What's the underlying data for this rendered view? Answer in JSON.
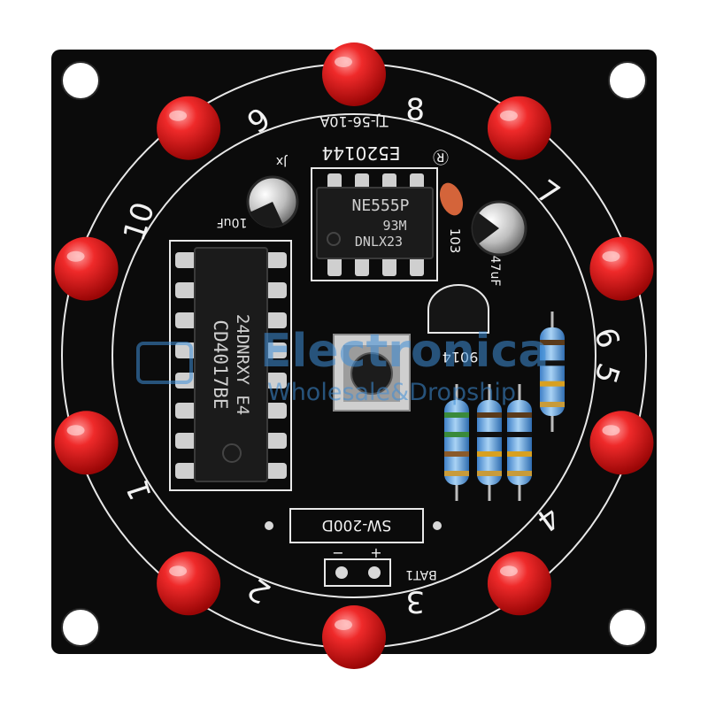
{
  "board": {
    "colors": {
      "pcb": "#0b0b0b",
      "silkscreen": "#f2f2f2",
      "led": "#e01b1b",
      "pad": "#c9c9c9",
      "watermark": "#3f8fd8"
    },
    "board_label": "TJ-56-10A",
    "ul_code": "E520144",
    "ul_mark": "Ⓡ",
    "jx_label": "Jx",
    "led_numbers": [
      "1",
      "2",
      "3",
      "4",
      "5",
      "6",
      "7",
      "8",
      "9",
      "10"
    ],
    "ic_555": {
      "line1": "NE555P",
      "line2": "93M",
      "line3": "DNLX23"
    },
    "ic_4017": {
      "line1": "24DNRXY E4",
      "line2": "CD4017BE"
    },
    "cap_ceramic": "103",
    "cap_small": "10uF",
    "cap_large": "47uF",
    "transistor": "9014",
    "switch_label": "SW-200D",
    "battery": {
      "label": "BAT1",
      "minus": "−",
      "plus": "+"
    },
    "watermark": {
      "line1": "Electronica",
      "line2": "Wholesale&Dropship"
    }
  }
}
